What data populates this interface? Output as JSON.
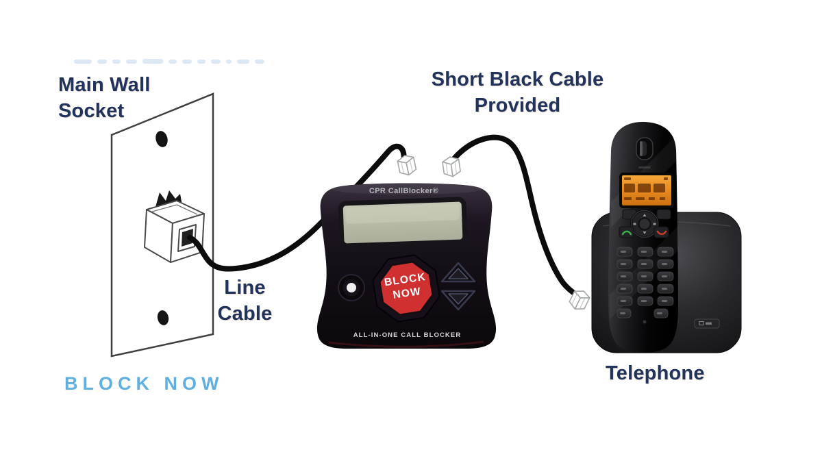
{
  "diagram": {
    "labels": {
      "main_wall_socket": "Main Wall Socket",
      "short_black_cable": "Short Black Cable Provided",
      "line_cable": "Line Cable",
      "telephone": "Telephone",
      "caption": "BLOCK NOW"
    },
    "call_blocker": {
      "brand": "CPR CallBlocker®",
      "block_button": "BLOCK NOW",
      "tagline": "ALL-IN-ONE CALL BLOCKER"
    },
    "colors": {
      "label_navy": "#22335b",
      "caption_blue": "#5fb0de",
      "block_button_red": "#d13030",
      "lcd_green": "#b9bcab",
      "phone_screen_orange": "#e8891f",
      "cable_black": "#0c0c0c"
    }
  }
}
